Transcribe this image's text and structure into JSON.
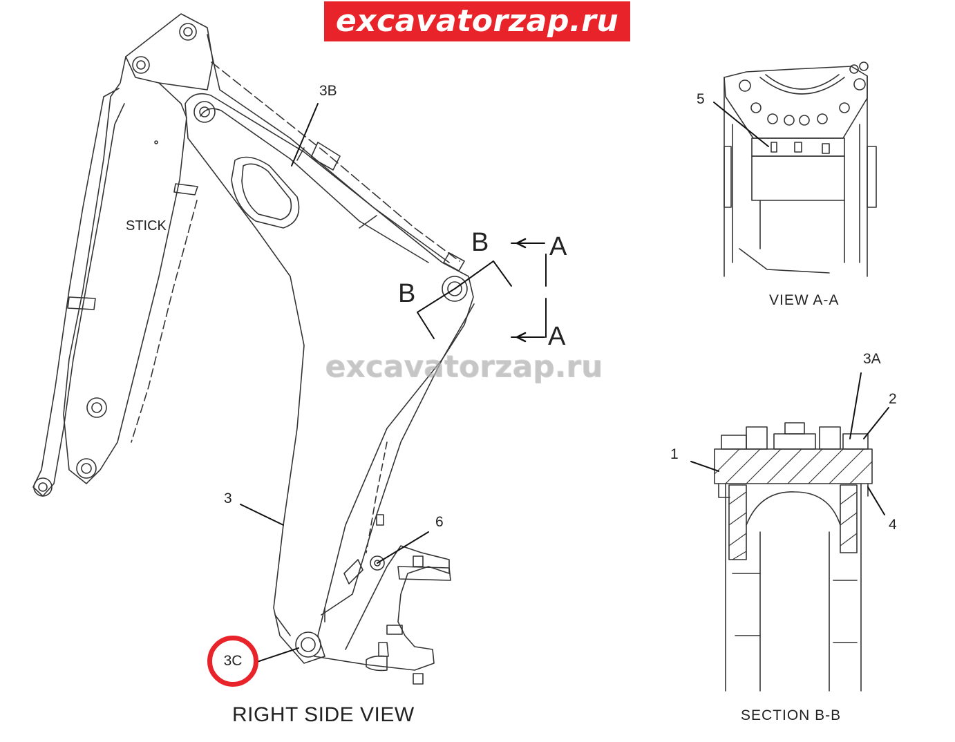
{
  "banner": {
    "text": "excavatorzap.ru",
    "color": "#e8232a"
  },
  "watermark": {
    "text": "excavatorzap.ru"
  },
  "right_side_view": {
    "title": "RIGHT SIDE VIEW",
    "stick_label": "STICK",
    "callouts": {
      "c3": "3",
      "c3b": "3B",
      "c6": "6",
      "c3c": "3C"
    },
    "section_letters": {
      "b_top": "B",
      "b_bottom": "B",
      "a_top": "A",
      "a_bottom": "A"
    },
    "highlight_color": "#e8232a"
  },
  "view_aa": {
    "title": "VIEW  A-A",
    "callouts": {
      "c5": "5"
    }
  },
  "section_bb": {
    "title": "SECTION  B-B",
    "callouts": {
      "c1": "1",
      "c2": "2",
      "c3a": "3A",
      "c4": "4"
    }
  }
}
